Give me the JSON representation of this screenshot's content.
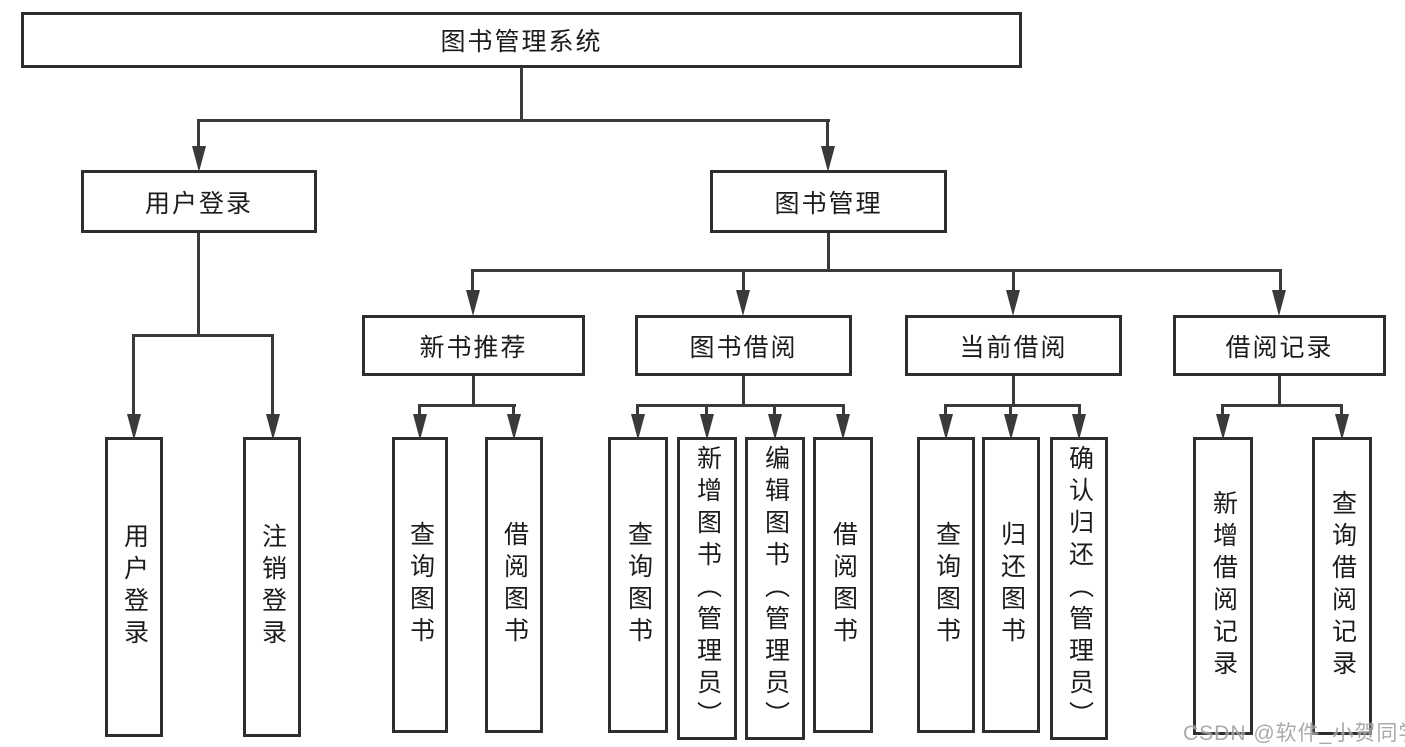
{
  "diagram": {
    "root_label": "图书管理系统",
    "branches": [
      {
        "label": "用户登录",
        "leaves": [
          "用户登录",
          "注销登录"
        ]
      },
      {
        "label": "图书管理",
        "groups": [
          {
            "label": "新书推荐",
            "leaves": [
              "查询图书",
              "借阅图书"
            ]
          },
          {
            "label": "图书借阅",
            "leaves": [
              "查询图书",
              "新增图书（管理员）",
              "编辑图书（管理员）",
              "借阅图书"
            ]
          },
          {
            "label": "当前借阅",
            "leaves": [
              "查询图书",
              "归还图书",
              "确认归还（管理员）"
            ]
          },
          {
            "label": "借阅记录",
            "leaves": [
              "新增借阅记录",
              "查询借阅记录"
            ]
          }
        ]
      }
    ]
  },
  "watermark": {
    "text": "CSDN @软件_小贺同学",
    "color": "#9c9c9c"
  },
  "colors": {
    "background": "#ffffff",
    "box_border": "#2e2e2e",
    "connector_line": "#3a3a3a",
    "text": "#1c1c1c"
  }
}
